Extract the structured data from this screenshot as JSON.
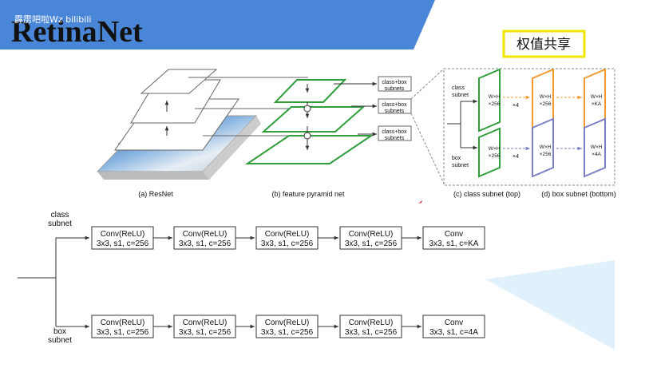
{
  "header": {
    "title": "RetinaNet",
    "watermark": "霹雳吧啦Wz bilibili"
  },
  "callout": {
    "text": "权值共享"
  },
  "figure_top": {
    "subnet_box_label": "class+box subnets",
    "caption_a": "(a) ResNet",
    "caption_b": "(b) feature pyramid net",
    "caption_c": "(c) class subnet (top)",
    "caption_d": "(d) box subnet (bottom)",
    "class_subnet_label": "class subnet",
    "box_subnet_label": "box subnet",
    "wh": "W×H",
    "dim256": "×256",
    "dimKA": "×KA",
    "dim4A": "×4A",
    "x4": "×4"
  },
  "figure_bottom": {
    "class_subnet_label": "class subnet",
    "box_subnet_label": "box subnet",
    "conv_relu_line1": "Conv(ReLU)",
    "conv_relu_line2": "3x3, s1, c=256",
    "conv_final_line1": "Conv",
    "class_final_line2": "3x3, s1, c=KA",
    "box_final_line2": "3x3, s1, c=4A"
  },
  "colors": {
    "header_blue": "#4a86d8",
    "callout_border": "#f2e600",
    "fpn_green": "#2f9e3b",
    "orange": "#f29a2e",
    "purple": "#7b7fc4",
    "sky_triangle": "#dbeefb"
  }
}
